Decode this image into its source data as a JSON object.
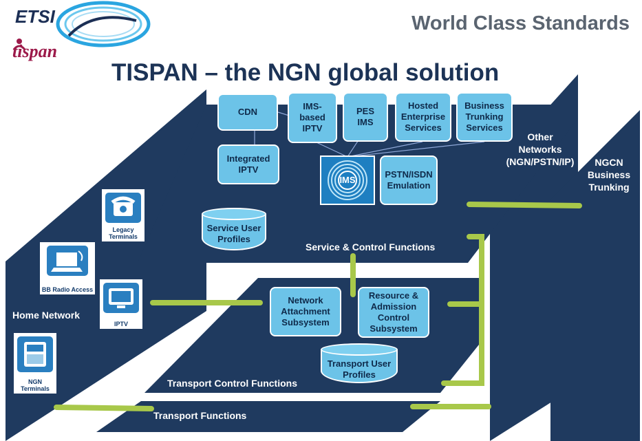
{
  "header": {
    "logo_text": "ETSI",
    "sublogo_text": "tispan",
    "tagline": "World Class Standards",
    "title": "TISPAN – the NGN global solution"
  },
  "colors": {
    "navy": "#1f3a5f",
    "light_blue": "#6cc3e8",
    "green_link": "#a8c84a",
    "title_text": "#1c3356",
    "tagline_text": "#5a6470"
  },
  "services": {
    "cdn": "CDN",
    "ims_iptv": "IMS-\nbased\nIPTV",
    "pes_ims": "PES\nIMS",
    "hosted": "Hosted\nEnterprise\nServices",
    "business_trunking": "Business\nTrunking\nServices",
    "integrated_iptv": "Integrated\nIPTV",
    "ims_core": "IMS",
    "pstn_emulation": "PSTN/ISDN\nEmulation",
    "service_user_profiles": "Service User\nProfiles"
  },
  "layers": {
    "service_control": "Service & Control Functions",
    "transport_control": "Transport Control Functions",
    "transport": "Transport Functions"
  },
  "transport_control": {
    "nass": "Network\nAttachment\nSubsystem",
    "racs": "Resource &\nAdmission\nControl\nSubsystem",
    "transport_user_profiles": "Transport User\nProfiles"
  },
  "walls": {
    "home_network": "Home Network",
    "other_networks": "Other\nNetworks\n(NGN/PSTN/IP)",
    "ngcn": "NGCN\nBusiness\nTrunking"
  },
  "terminals": {
    "legacy": "Legacy\nTerminals",
    "bb_radio": "BB Radio Access",
    "iptv": "IPTV",
    "ngn": "NGN\nTerminals"
  },
  "icons": [
    "etsi-swoosh-logo",
    "tispan-person-icon",
    "ims-rings-icon",
    "telephone-icon",
    "laptop-wireless-icon",
    "tv-icon",
    "ip-phone-icon"
  ]
}
